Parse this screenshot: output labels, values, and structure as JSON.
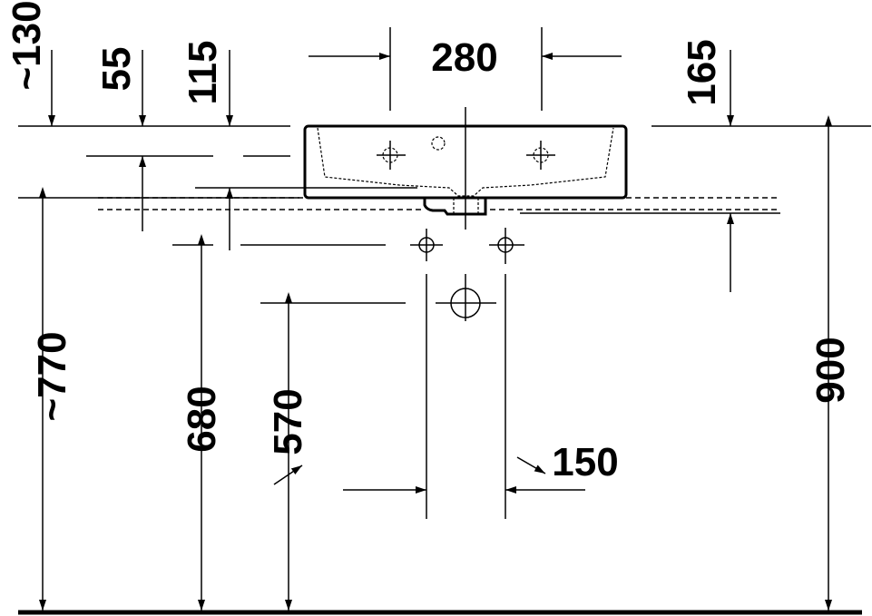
{
  "drawing": {
    "title": "Washbasin installation dimensions",
    "dimensions": {
      "top_left_height": "~130",
      "overflow_offset": "55",
      "tap_offset": "115",
      "tap_hole_spacing": "280",
      "right_height": "165",
      "waste_height": "~770",
      "supply_height": "680",
      "trap_height": "570",
      "rim_height": "900",
      "supply_spacing": "150"
    }
  }
}
